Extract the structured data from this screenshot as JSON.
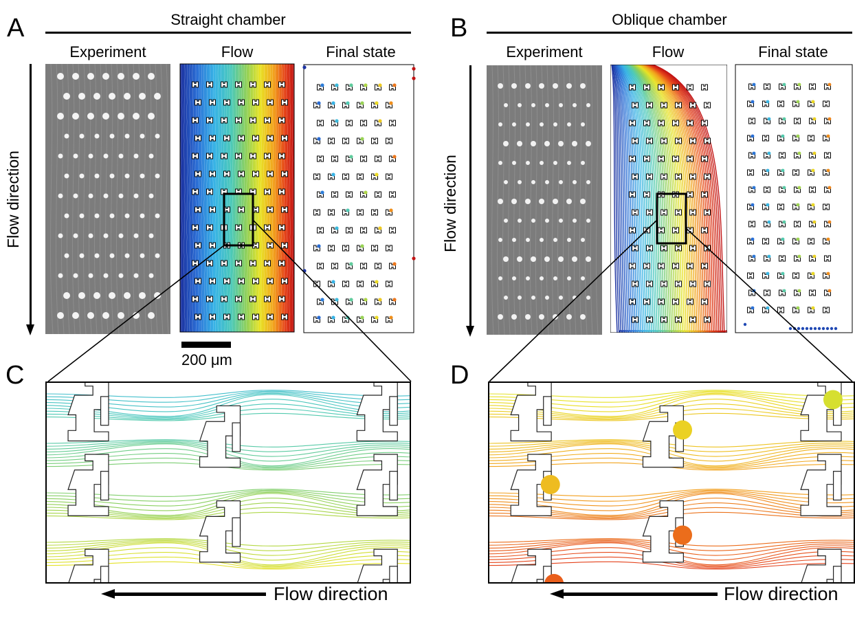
{
  "panels": {
    "A": {
      "letter": "A",
      "title": "Straight chamber",
      "columns": [
        "Experiment",
        "Flow",
        "Final state"
      ],
      "axis_label": "Flow direction"
    },
    "B": {
      "letter": "B",
      "title": "Oblique chamber",
      "columns": [
        "Experiment",
        "Flow",
        "Final state"
      ],
      "axis_label": "Flow direction"
    },
    "C": {
      "letter": "C",
      "arrow_label": "Flow direction"
    },
    "D": {
      "letter": "D",
      "arrow_label": "Flow direction"
    }
  },
  "scale_bar": {
    "label": "200 μm"
  },
  "colors": {
    "stream_gradient": [
      "#1a2f9e",
      "#2b6fd6",
      "#37b3e6",
      "#4cc9b8",
      "#8fd05a",
      "#e8e325",
      "#f2a21d",
      "#e5431a",
      "#c21414"
    ],
    "experiment_bg": "#7c7c7c",
    "frame": "#000000"
  }
}
